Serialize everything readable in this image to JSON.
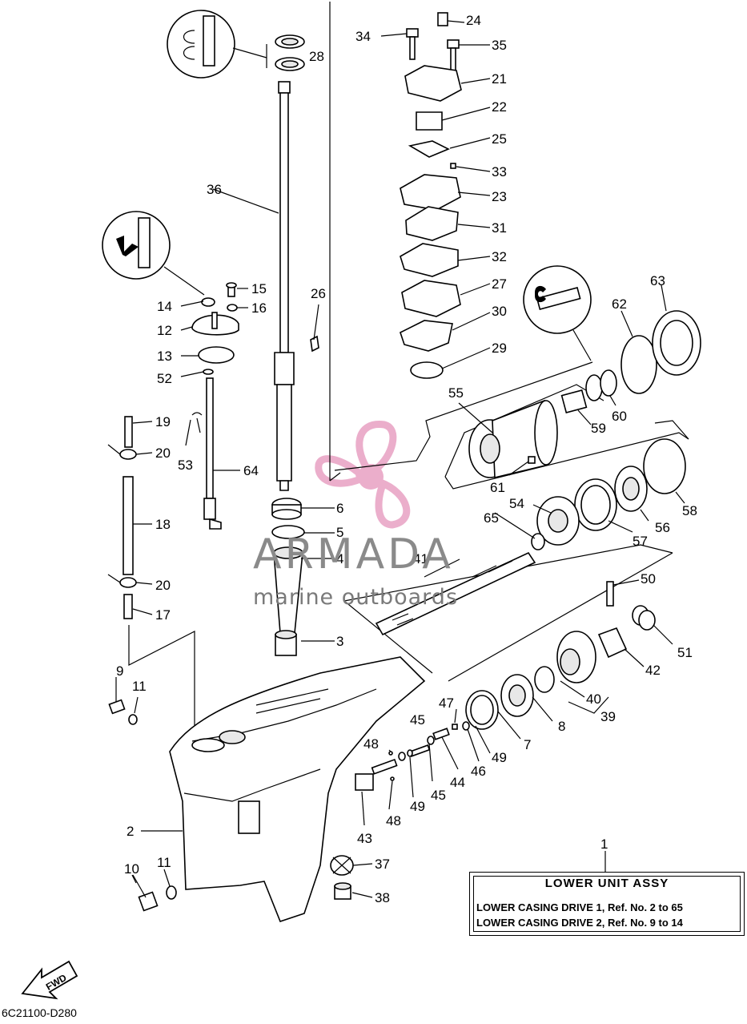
{
  "labels": [
    {
      "id": "1",
      "text": "1"
    },
    {
      "id": "2",
      "text": "2"
    },
    {
      "id": "3",
      "text": "3"
    },
    {
      "id": "4",
      "text": "4"
    },
    {
      "id": "5",
      "text": "5"
    },
    {
      "id": "6",
      "text": "6"
    },
    {
      "id": "7",
      "text": "7"
    },
    {
      "id": "8",
      "text": "8"
    },
    {
      "id": "9",
      "text": "9"
    },
    {
      "id": "10",
      "text": "10"
    },
    {
      "id": "11a",
      "text": "11"
    },
    {
      "id": "11b",
      "text": "11"
    },
    {
      "id": "12",
      "text": "12"
    },
    {
      "id": "13",
      "text": "13"
    },
    {
      "id": "14",
      "text": "14"
    },
    {
      "id": "15",
      "text": "15"
    },
    {
      "id": "16",
      "text": "16"
    },
    {
      "id": "17",
      "text": "17"
    },
    {
      "id": "18",
      "text": "18"
    },
    {
      "id": "19",
      "text": "19"
    },
    {
      "id": "20a",
      "text": "20"
    },
    {
      "id": "20b",
      "text": "20"
    },
    {
      "id": "21",
      "text": "21"
    },
    {
      "id": "22",
      "text": "22"
    },
    {
      "id": "23",
      "text": "23"
    },
    {
      "id": "24",
      "text": "24"
    },
    {
      "id": "25",
      "text": "25"
    },
    {
      "id": "26",
      "text": "26"
    },
    {
      "id": "27",
      "text": "27"
    },
    {
      "id": "28",
      "text": "28"
    },
    {
      "id": "29",
      "text": "29"
    },
    {
      "id": "30",
      "text": "30"
    },
    {
      "id": "31",
      "text": "31"
    },
    {
      "id": "32",
      "text": "32"
    },
    {
      "id": "33",
      "text": "33"
    },
    {
      "id": "34",
      "text": "34"
    },
    {
      "id": "35",
      "text": "35"
    },
    {
      "id": "36",
      "text": "36"
    },
    {
      "id": "37",
      "text": "37"
    },
    {
      "id": "38",
      "text": "38"
    },
    {
      "id": "39",
      "text": "39"
    },
    {
      "id": "40",
      "text": "40"
    },
    {
      "id": "41",
      "text": "41"
    },
    {
      "id": "42",
      "text": "42"
    },
    {
      "id": "43",
      "text": "43"
    },
    {
      "id": "44",
      "text": "44"
    },
    {
      "id": "45a",
      "text": "45"
    },
    {
      "id": "45b",
      "text": "45"
    },
    {
      "id": "46",
      "text": "46"
    },
    {
      "id": "47",
      "text": "47"
    },
    {
      "id": "48a",
      "text": "48"
    },
    {
      "id": "48b",
      "text": "48"
    },
    {
      "id": "49a",
      "text": "49"
    },
    {
      "id": "49b",
      "text": "49"
    },
    {
      "id": "50",
      "text": "50"
    },
    {
      "id": "51",
      "text": "51"
    },
    {
      "id": "52",
      "text": "52"
    },
    {
      "id": "53",
      "text": "53"
    },
    {
      "id": "54",
      "text": "54"
    },
    {
      "id": "55",
      "text": "55"
    },
    {
      "id": "56",
      "text": "56"
    },
    {
      "id": "57",
      "text": "57"
    },
    {
      "id": "58",
      "text": "58"
    },
    {
      "id": "59",
      "text": "59"
    },
    {
      "id": "60",
      "text": "60"
    },
    {
      "id": "61",
      "text": "61"
    },
    {
      "id": "62",
      "text": "62"
    },
    {
      "id": "63",
      "text": "63"
    },
    {
      "id": "64",
      "text": "64"
    },
    {
      "id": "65",
      "text": "65"
    }
  ],
  "legend": {
    "title": "LOWER UNIT ASSY",
    "row1": "LOWER CASING DRIVE 1,   Ref. No. 2 to 65",
    "row2": "LOWER CASING DRIVE 2,   Ref. No. 9 to 14"
  },
  "watermark": {
    "brand": "ARMADA",
    "tagline": "marine outboards",
    "color": "#e9a6c6"
  },
  "fwd": "FWD",
  "drawing_code": "6C21100-D280"
}
